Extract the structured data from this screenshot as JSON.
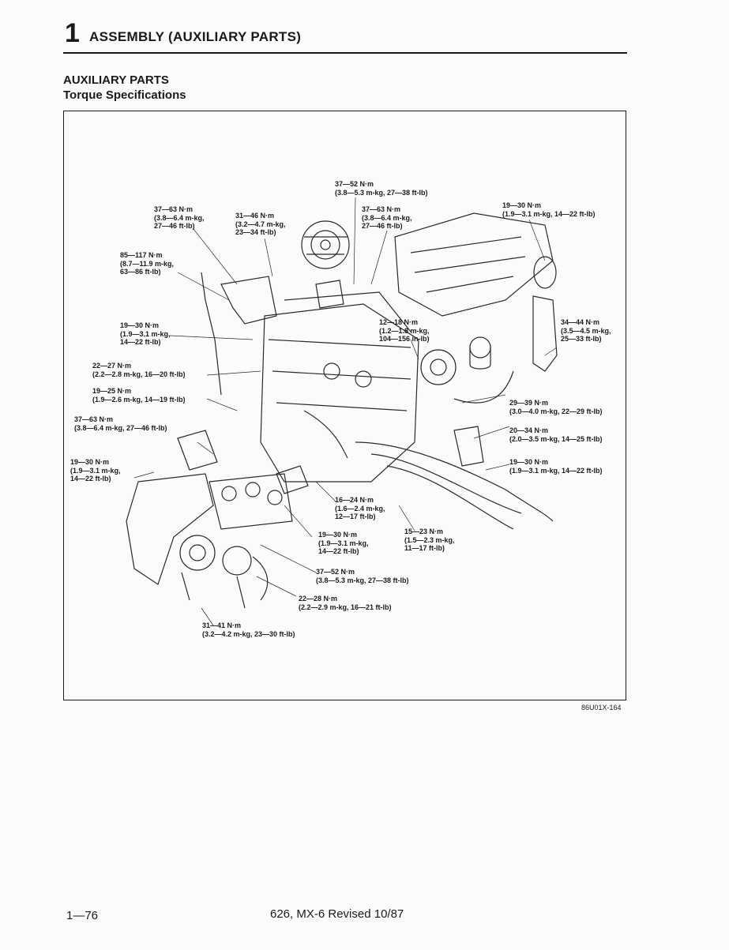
{
  "header": {
    "section_number": "1",
    "section_title": "ASSEMBLY (AUXILIARY PARTS)",
    "subtitle": "AUXILIARY PARTS",
    "subsubtitle": "Torque Specifications"
  },
  "figure": {
    "figure_id": "86U01X-164",
    "labels": [
      {
        "id": "l01",
        "text": "37—52 N·m\n(3.8—5.3 m-kg, 27—38 ft-lb)"
      },
      {
        "id": "l02",
        "text": "37—63 N·m\n(3.8—6.4 m-kg,\n27—46 ft-lb)"
      },
      {
        "id": "l03",
        "text": "31—46 N·m\n(3.2—4.7 m-kg,\n23—34 ft-lb)"
      },
      {
        "id": "l04",
        "text": "37—63 N·m\n(3.8—6.4 m-kg,\n27—46 ft-lb)"
      },
      {
        "id": "l05",
        "text": "19—30 N·m\n(1.9—3.1 m-kg, 14—22 ft-lb)"
      },
      {
        "id": "l06",
        "text": "85—117 N·m\n(8.7—11.9 m-kg,\n63—86 ft-lb)"
      },
      {
        "id": "l07",
        "text": "12—18 N·m\n(1.2—1.8 m-kg,\n104—156 in-lb)"
      },
      {
        "id": "l08",
        "text": "34—44 N·m\n(3.5—4.5 m-kg,\n25—33 ft-lb)"
      },
      {
        "id": "l09",
        "text": "19—30 N·m\n(1.9—3.1 m-kg,\n14—22 ft-lb)"
      },
      {
        "id": "l10",
        "text": "22—27 N·m\n(2.2—2.8 m-kg, 16—20 ft-lb)"
      },
      {
        "id": "l11",
        "text": "19—25 N·m\n(1.9—2.6 m-kg, 14—19 ft-lb)"
      },
      {
        "id": "l12",
        "text": "29—39 N·m\n(3.0—4.0 m-kg, 22—29 ft-lb)"
      },
      {
        "id": "l13",
        "text": "37—63 N·m\n(3.8—6.4 m-kg, 27—46 ft-lb)"
      },
      {
        "id": "l14",
        "text": "20—34 N·m\n(2.0—3.5 m-kg, 14—25 ft-lb)"
      },
      {
        "id": "l15",
        "text": "19—30 N·m\n(1.9—3.1 m-kg,\n14—22 ft-lb)"
      },
      {
        "id": "l16",
        "text": "19—30 N·m\n(1.9—3.1 m-kg, 14—22 ft-lb)"
      },
      {
        "id": "l17",
        "text": "16—24 N·m\n(1.6—2.4 m-kg,\n12—17 ft-lb)"
      },
      {
        "id": "l18",
        "text": "19—30 N·m\n(1.9—3.1 m-kg,\n14—22 ft-lb)"
      },
      {
        "id": "l19",
        "text": "15—23 N·m\n(1.5—2.3 m-kg,\n11—17 ft-lb)"
      },
      {
        "id": "l20",
        "text": "37—52 N·m\n(3.8—5.3 m-kg, 27—38 ft-lb)"
      },
      {
        "id": "l21",
        "text": "22—28 N·m\n(2.2—2.9 m-kg, 16—21 ft-lb)"
      },
      {
        "id": "l22",
        "text": "31—41 N·m\n(3.2—4.2 m-kg, 23—30 ft-lb)"
      }
    ]
  },
  "footer": {
    "page_number": "1—76",
    "model_revision": "626, MX-6 Revised 10/87"
  }
}
